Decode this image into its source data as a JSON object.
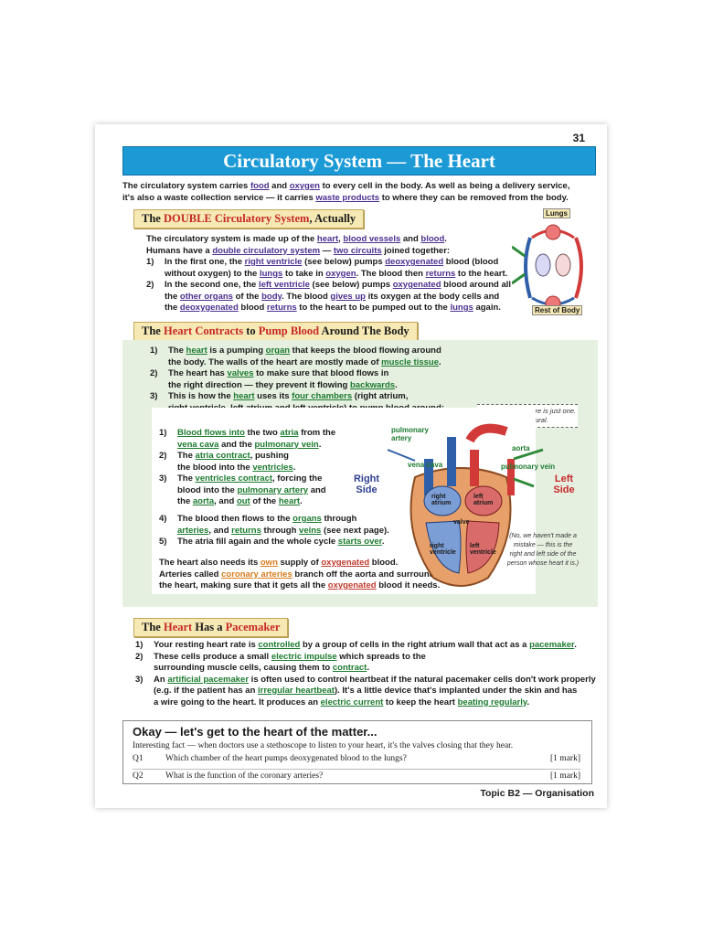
{
  "page_number": "31",
  "title": "Circulatory System — The Heart",
  "intro": {
    "l1a": "The circulatory system carries ",
    "l1b": "food",
    "l1c": " and ",
    "l1d": "oxygen",
    "l1e": " to every cell in the body.  As well as being a delivery service,",
    "l2a": "it's also a waste collection service — it carries ",
    "l2b": "waste products",
    "l2c": " to where they can be removed from the body."
  },
  "sec1": {
    "head_a": "The ",
    "head_b": "DOUBLE",
    "head_c": " Circulatory System",
    "head_d": ", Actually",
    "p1a": "The circulatory system is made up of the ",
    "p1b": "heart",
    "p1c": ", ",
    "p1d": "blood vessels",
    "p1e": " and ",
    "p1f": "blood",
    "p1g": ".",
    "p2a": "Humans have a ",
    "p2b": "double circulatory system",
    "p2c": " — ",
    "p2d": "two circuits",
    "p2e": " joined together:",
    "i1n": "1)",
    "i1a": "In the first one, the ",
    "i1b": "right ventricle",
    "i1c": " (see below) pumps ",
    "i1d": "deoxygenated",
    "i1e": " blood (blood",
    "i1f": "without oxygen) to the ",
    "i1g": "lungs",
    "i1h": " to take in ",
    "i1i": "oxygen",
    "i1j": ".  The blood then ",
    "i1k": "returns",
    "i1l": " to the heart.",
    "i2n": "2)",
    "i2a": "In the second one, the ",
    "i2b": "left ventricle",
    "i2c": " (see below) pumps ",
    "i2d": "oxygenated",
    "i2e": " blood around all",
    "i2f": "the ",
    "i2g": "other organs",
    "i2h": " of the ",
    "i2i": "body",
    "i2j": ".  The blood ",
    "i2k": "gives up",
    "i2l": " its oxygen at the body cells and",
    "i2m": "the ",
    "i2n2": "deoxygenated",
    "i2o": " blood ",
    "i2p": "returns",
    "i2q": " to the heart to be pumped out to the ",
    "i2r": "lungs",
    "i2s": " again.",
    "lungs_label": "Lungs",
    "body_label": "Rest of Body"
  },
  "sec2": {
    "head_a": "The ",
    "head_b": "Heart Contracts",
    "head_c": " to ",
    "head_d": "Pump Blood",
    "head_e": " Around The Body",
    "i1n": "1)",
    "i1a": "The ",
    "i1b": "heart",
    "i1c": " is a pumping ",
    "i1d": "organ",
    "i1e": " that keeps the blood flowing around",
    "i1f": "the body.  The walls of the heart are mostly made of ",
    "i1g": "muscle tissue",
    "i1h": ".",
    "i2n": "2)",
    "i2a": "The heart has ",
    "i2b": "valves",
    "i2c": " to make sure that blood flows in",
    "i2d": "the right direction — they prevent it flowing ",
    "i2e": "backwards",
    "i2f": ".",
    "i3n": "3)",
    "i3a": "This is how the ",
    "i3b": "heart",
    "i3c": " uses its ",
    "i3d": "four chambers",
    "i3e": " (right atrium,",
    "i3f": "right ventricle, left atrium and left ventricle) to pump blood around:",
    "s1n": "1)",
    "s1a": "Blood flows into",
    "s1b": " the two ",
    "s1c": "atria",
    "s1d": " from the",
    "s1e": "vena cava",
    "s1f": " and the ",
    "s1g": "pulmonary vein",
    "s1h": ".",
    "s2n": "2)",
    "s2a": "The ",
    "s2b": "atria contract",
    "s2c": ", pushing",
    "s2d": "the blood into the ",
    "s2e": "ventricles",
    "s2f": ".",
    "s3n": "3)",
    "s3a": "The ",
    "s3b": "ventricles contract",
    "s3c": ", forcing the",
    "s3d": "blood into the ",
    "s3e": "pulmonary artery",
    "s3f": " and",
    "s3g": "the ",
    "s3h": "aorta",
    "s3i": ", and ",
    "s3j": "out",
    "s3k": " of the ",
    "s3l": "heart",
    "s3m": ".",
    "s4n": "4)",
    "s4a": "The blood then flows to the ",
    "s4b": "organs",
    "s4c": " through",
    "s4d": "arteries",
    "s4e": ", and ",
    "s4f": "returns",
    "s4g": " through ",
    "s4h": "veins",
    "s4i": " (see next page).",
    "s5n": "5)",
    "s5a": "The atria fill again and the whole cycle ",
    "s5b": "starts over",
    "s5c": ".",
    "p1a": "The heart also needs its ",
    "p1b": "own",
    "p1c": " supply of ",
    "p1d": "oxygenated",
    "p1e": " blood.",
    "p2a": "Arteries called ",
    "p2b": "coronary arteries",
    "p2c": " branch off the aorta and surround",
    "p3a": "the heart, making sure that it gets all the ",
    "p3b": "oxygenated",
    "p3c": " blood it needs.",
    "atrium_note": "Atrium is when there is just one.  Atria is plural.",
    "right_side": "Right Side",
    "left_side": "Left Side",
    "lbl_pulm_artery": "pulmonary artery",
    "lbl_aorta": "aorta",
    "lbl_vena_cava": "vena cava",
    "lbl_pulm_vein": "pulmonary vein",
    "lbl_right_atrium": "right atrium",
    "lbl_left_atrium": "left atrium",
    "lbl_right_ventricle": "right ventricle",
    "lbl_left_ventricle": "left ventricle",
    "lbl_valve": "valve",
    "mistake_note": "(No, we haven't made a mistake — this is the right and left side of the person whose heart it is.)"
  },
  "sec3": {
    "head_a": "The ",
    "head_b": "Heart",
    "head_c": " Has a ",
    "head_d": "Pacemaker",
    "i1n": "1)",
    "i1a": "Your resting heart rate is ",
    "i1b": "controlled",
    "i1c": " by a group of cells in the right atrium wall that act as a ",
    "i1d": "pacemaker",
    "i1e": ".",
    "i2n": "2)",
    "i2a": "These cells produce a small ",
    "i2b": "electric impulse",
    "i2c": " which spreads to the",
    "i2d": "surrounding muscle cells, causing them to ",
    "i2e": "contract",
    "i2f": ".",
    "i3n": "3)",
    "i3a": "An ",
    "i3b": "artificial pacemaker",
    "i3c": " is often used to control heartbeat if the natural pacemaker cells don't work properly",
    "i3d": "(e.g. if the patient has an ",
    "i3e": "irregular heartbeat",
    "i3f": ").  It's a little device that's implanted under the skin and has",
    "i3g": "a wire going to the heart.  It produces an ",
    "i3h": "electric current",
    "i3i": " to keep the heart ",
    "i3j": "beating regularly",
    "i3k": "."
  },
  "questions": {
    "title": "Okay — let's get to the heart of the matter...",
    "fact": "Interesting fact — when doctors use a stethoscope to listen to your heart, it's the valves closing that they hear.",
    "q1_num": "Q1",
    "q1_text": "Which chamber of the heart pumps deoxygenated blood to the lungs?",
    "q1_mark": "[1 mark]",
    "q2_num": "Q2",
    "q2_text": "What is the function of the coronary arteries?",
    "q2_mark": "[1 mark]"
  },
  "footer": "Topic B2 — Organisation",
  "colors": {
    "title_bar": "#1b9ad6",
    "section_head": "#f6e9b4",
    "panel": "#e6f0e1",
    "oxygenated": "#d23a3a",
    "deoxygenated": "#2f5fa8",
    "keyword_green": "#1b7a2e"
  }
}
